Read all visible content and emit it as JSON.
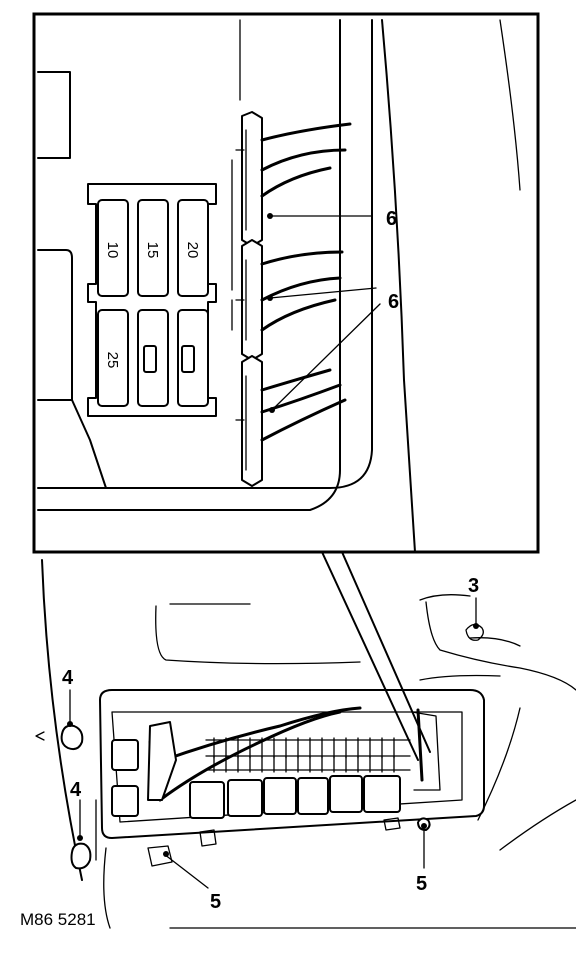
{
  "figure": {
    "reference_code": "M86 5281",
    "callouts": [
      "3",
      "4",
      "4",
      "5",
      "5",
      "6",
      "6"
    ],
    "fuse_labels": [
      "10",
      "15",
      "20",
      "25"
    ]
  }
}
